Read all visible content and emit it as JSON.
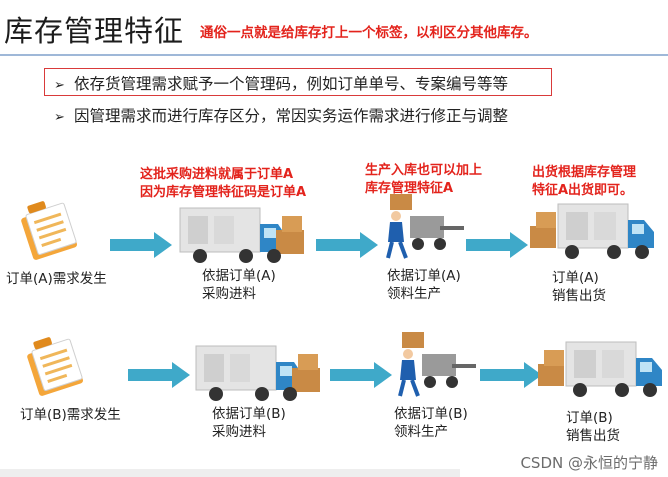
{
  "title": "库存管理特征",
  "subtitle": "通俗一点就是给库存打上一个标签，以利区分其他库存。",
  "bullets": [
    "依存货管理需求赋予一个管理码，例如订单单号、专案编号等等",
    "因管理需求而进行库存区分，常因实务运作需求进行修正与调整"
  ],
  "bullet_mark": "➢",
  "notes": {
    "purchase": [
      "这批采购进料就属于订单A",
      "因为库存管理特征码是订单A"
    ],
    "production": [
      "生产入库也可以加上",
      "库存管理特征A"
    ],
    "shipping": [
      "出货根据库存管理",
      "特征A出货即可。"
    ]
  },
  "flows": [
    {
      "steps": [
        [
          "订单(A)需求发生"
        ],
        [
          "依据订单(A)",
          "采购进料"
        ],
        [
          "依据订单(A)",
          "领料生产"
        ],
        [
          "订单(A)",
          "销售出货"
        ]
      ]
    },
    {
      "steps": [
        [
          "订单(B)需求发生"
        ],
        [
          "依据订单(B)",
          "采购进料"
        ],
        [
          "依据订单(B)",
          "领料生产"
        ],
        [
          "订单(B)",
          "销售出货"
        ]
      ]
    }
  ],
  "watermark": "CSDN @永恒的宁静",
  "colors": {
    "accent_red": "#e3231c",
    "arrow_teal": "#3fa9c9",
    "truck_cab": "#2f86c6",
    "box_brown": "#c98a45"
  },
  "icons": [
    "order-document-icon",
    "flow-arrow-icon",
    "delivery-truck-icon",
    "forklift-worker-icon"
  ]
}
